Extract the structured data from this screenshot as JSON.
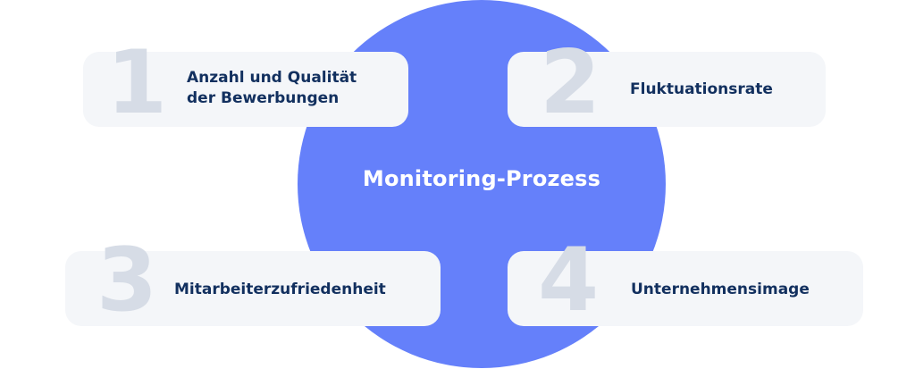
{
  "center": {
    "label": "Monitoring-Prozess",
    "color": "#6580fa"
  },
  "items": [
    {
      "number": "1",
      "line1": "Anzahl und Qualität",
      "line2": "der Bewerbungen"
    },
    {
      "number": "2",
      "line1": "Fluktuationsrate",
      "line2": ""
    },
    {
      "number": "3",
      "line1": "Mitarbeiterzufriedenheit",
      "line2": ""
    },
    {
      "number": "4",
      "line1": "Unternehmensimage",
      "line2": ""
    }
  ],
  "colors": {
    "card_background": "#f4f6f9",
    "number_color": "#d6dce6",
    "text_color": "#12305f"
  }
}
